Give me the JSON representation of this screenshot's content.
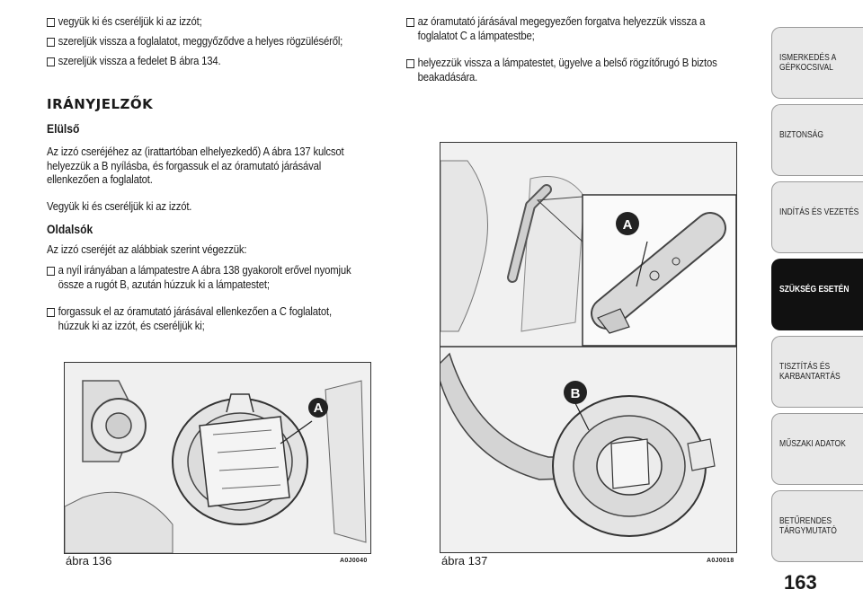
{
  "left_column": {
    "bullets_top": [
      "vegyük ki és cseréljük ki az izzót;",
      "szereljük vissza a foglalatot, meggyőződve a helyes rögzüléséről;",
      "szereljük vissza a fedelet B ábra 134."
    ],
    "section_title": "IRÁNYJELZŐK",
    "front": {
      "heading": "Elülső",
      "para1": "Az izzó cseréjéhez az (irattartóban elhelyezkedő) A ábra 137 kulcsot helyezzük a B nyílásba, és forgassuk el az óramutató járásával ellenkezően a foglalatot.",
      "para2": "Vegyük ki és cseréljük ki az izzót."
    },
    "side": {
      "heading": "Oldalsók",
      "intro": "Az izzó cseréjét az alábbiak szerint végezzük:",
      "bullets": [
        "a nyíl irányában a lámpatestre A ábra 138 gyakorolt erővel nyomjuk össze a rugót B, azután húzzuk ki a lámpatestet;",
        "forgassuk el az óramutató járásával ellenkezően a C foglalatot, húzzuk ki az izzót, és cseréljük ki;"
      ]
    }
  },
  "right_column": {
    "bullets": [
      "az óramutató járásával megegyezően forgatva helyezzük vissza a foglalatot C a lámpatestbe;",
      "helyezzük vissza a lámpatestet, ügyelve a belső rögzítőrugó B biztos beakadására."
    ]
  },
  "figures": {
    "fig136": {
      "caption": "ábra 136",
      "code": "A0J0040",
      "label_a": "A"
    },
    "fig137": {
      "caption": "ábra 137",
      "code": "A0J0018",
      "label_a": "A",
      "label_b": "B"
    }
  },
  "side_tabs": [
    {
      "label": "ISMERKEDÉS A GÉPKOCSIVAL",
      "active": false
    },
    {
      "label": "BIZTONSÁG",
      "active": false
    },
    {
      "label": "INDÍTÁS ÉS VEZETÉS",
      "active": false
    },
    {
      "label": "SZÜKSÉG ESETÉN",
      "active": true
    },
    {
      "label": "TISZTÍTÁS ÉS KARBANTARTÁS",
      "active": false
    },
    {
      "label": "MŰSZAKI ADATOK",
      "active": false
    },
    {
      "label": "BETŰRENDES TÁRGYMUTATÓ",
      "active": false
    }
  ],
  "page_number": "163",
  "colors": {
    "active_tab": "#111111",
    "tab": "#e8e8e8",
    "figure_bg": "#f2f2f2"
  }
}
